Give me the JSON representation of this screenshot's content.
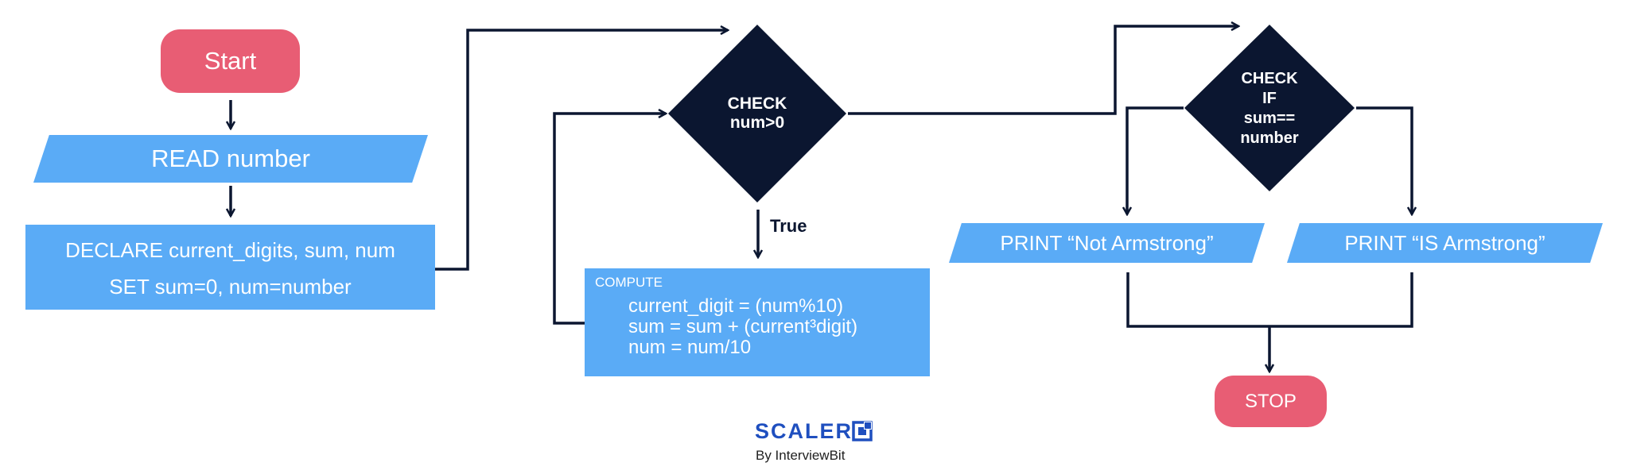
{
  "colors": {
    "terminal": "#e85d74",
    "process": "#5aabf6",
    "decision": "#0b1630",
    "arrow": "#0b1630",
    "brand": "#1f4fbf"
  },
  "nodes": {
    "start": "Start",
    "read": "READ number",
    "declare": {
      "line1": "DECLARE current_digits, sum, num",
      "line2": "SET sum=0, num=number"
    },
    "check_num": {
      "line1": "CHECK",
      "line2": "num>0"
    },
    "true_label": "True",
    "compute": {
      "heading": "COMPUTE",
      "line1": "current_digit = (num%10)",
      "line2": "sum = sum + (current³digit)",
      "line3": "num = num/10"
    },
    "check_sum": {
      "line1": "CHECK",
      "line2": "IF",
      "line3": "sum==",
      "line4": "number"
    },
    "print_not": "PRINT “Not Armstrong”",
    "print_is": "PRINT “IS Armstrong”",
    "stop": "STOP"
  },
  "brand": {
    "name": "SCALER",
    "sub": "By InterviewBit",
    "logo_icon": "scaler-logo-icon"
  }
}
